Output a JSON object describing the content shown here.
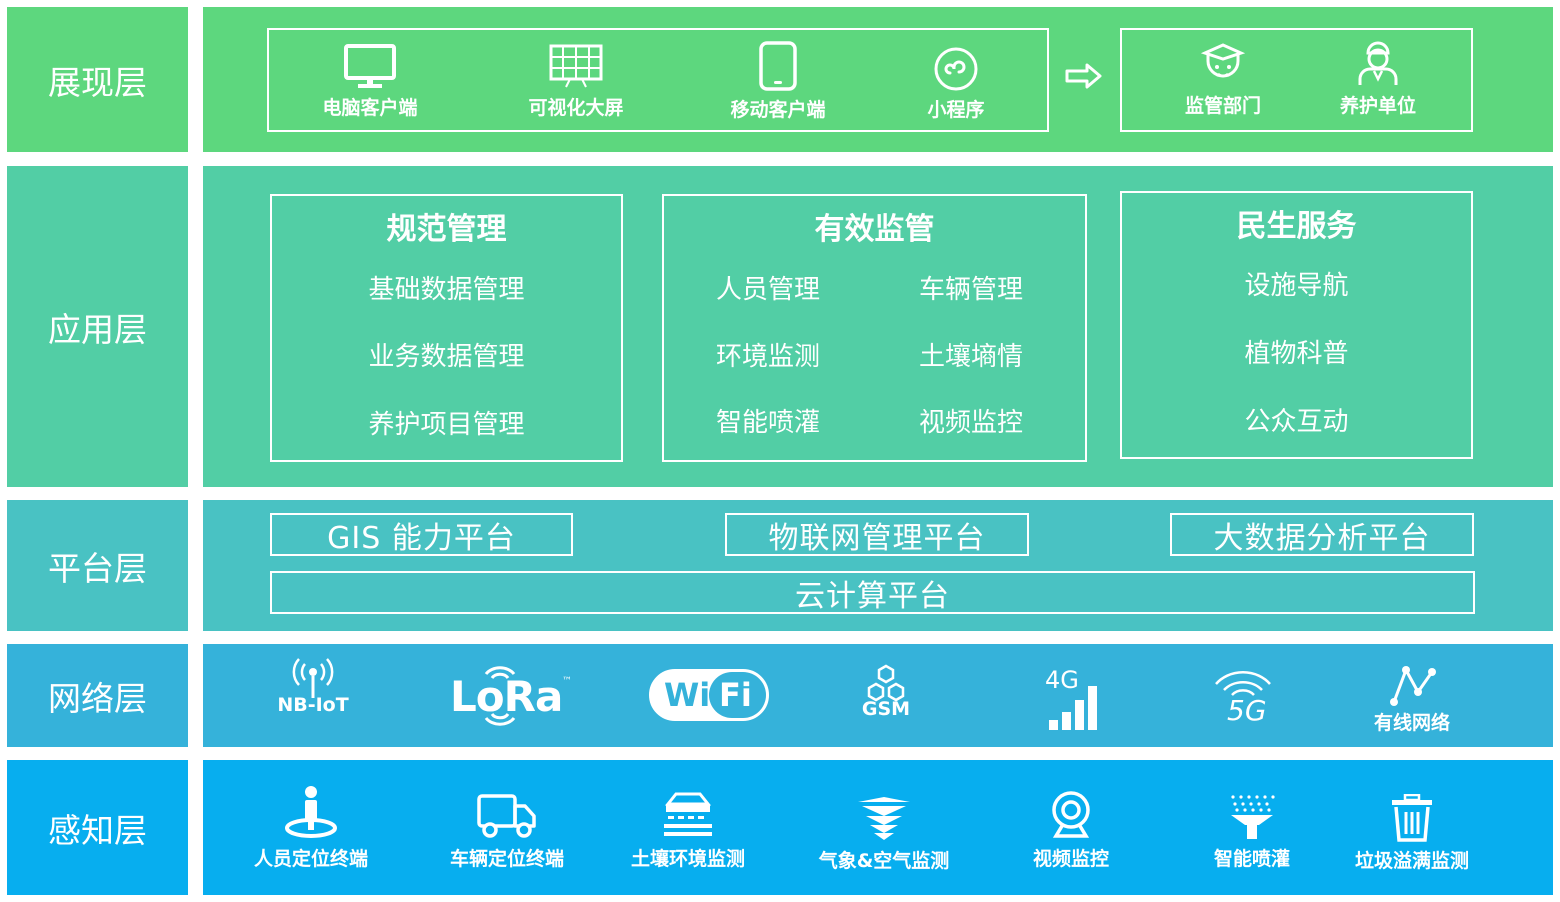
{
  "colors": {
    "presentation": "#5dd77e",
    "application": "#52cea5",
    "platform": "#49c2c3",
    "network": "#35b2da",
    "perception": "#07aeef"
  },
  "layers": {
    "presentation": "展现层",
    "application": "应用层",
    "platform": "平台层",
    "network": "网络层",
    "perception": "感知层"
  },
  "presentation": {
    "clients": [
      {
        "label": "电脑客户端",
        "icon": "monitor-icon"
      },
      {
        "label": "可视化大屏",
        "icon": "grid-screen-icon"
      },
      {
        "label": "移动客户端",
        "icon": "mobile-icon"
      },
      {
        "label": "小程序",
        "icon": "mini-program-icon"
      }
    ],
    "arrow_icon": "arrow-right-icon",
    "users": [
      {
        "label": "监管部门",
        "icon": "officer-icon"
      },
      {
        "label": "养护单位",
        "icon": "worker-icon"
      }
    ]
  },
  "application": {
    "groups": [
      {
        "title": "规范管理",
        "items": [
          "基础数据管理",
          "业务数据管理",
          "养护项目管理"
        ]
      },
      {
        "title": "有效监管",
        "items": [
          "人员管理",
          "车辆管理",
          "环境监测",
          "土壤墒情",
          "智能喷灌",
          "视频监控"
        ]
      },
      {
        "title": "民生服务",
        "items": [
          "设施导航",
          "植物科普",
          "公众互动"
        ]
      }
    ]
  },
  "platform": {
    "top": [
      "GIS 能力平台",
      "物联网管理平台",
      "大数据分析平台"
    ],
    "bottom": "云计算平台"
  },
  "network": {
    "nbiot": "NB-IoT",
    "lora": "LoRa",
    "lora_tm": "™",
    "wifi_left": "Wi",
    "wifi_right": "Fi",
    "gsm": "GSM",
    "g4": "4G",
    "g5": "5G",
    "wired": "有线网络"
  },
  "perception": {
    "items": [
      {
        "label": "人员定位终端",
        "icon": "person-location-icon"
      },
      {
        "label": "车辆定位终端",
        "icon": "truck-icon"
      },
      {
        "label": "土壤环境监测",
        "icon": "soil-sensor-icon"
      },
      {
        "label": "气象&空气监测",
        "icon": "weather-station-icon"
      },
      {
        "label": "视频监控",
        "icon": "camera-icon"
      },
      {
        "label": "智能喷灌",
        "icon": "sprinkler-icon"
      },
      {
        "label": "垃圾溢满监测",
        "icon": "trash-bin-icon"
      }
    ]
  }
}
